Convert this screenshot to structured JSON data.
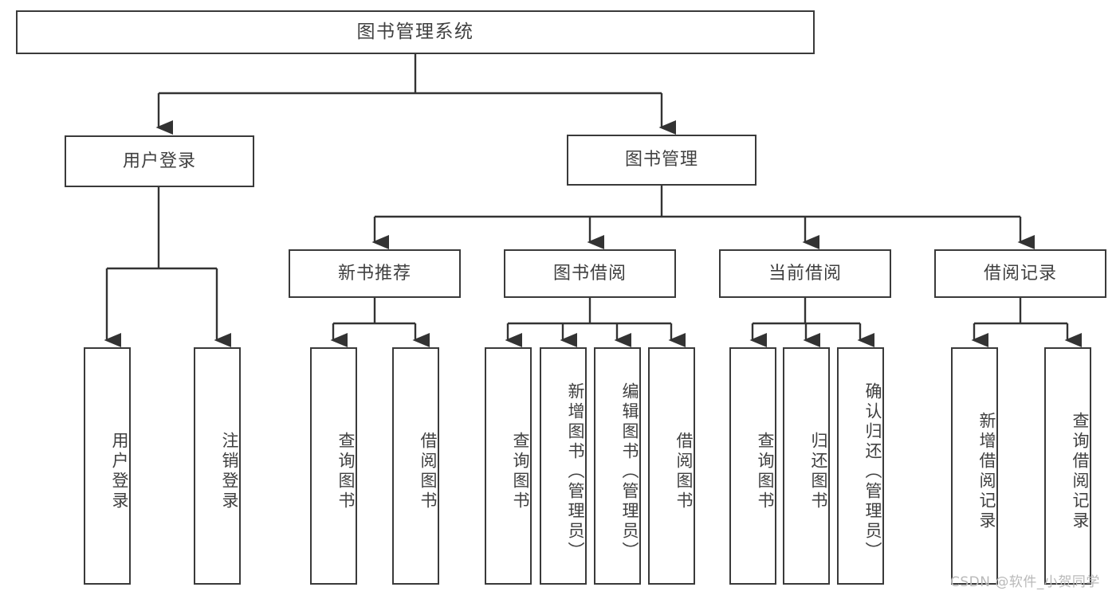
{
  "diagram": {
    "title": "图书管理系统",
    "type": "tree-hierarchy-diagram",
    "colors": {
      "box_border": "#3a3a3a",
      "box_fill": "#ffffff",
      "connector": "#333333",
      "text": "#404040",
      "watermark": "#b9b9b9",
      "background": "#ffffff"
    },
    "root": {
      "label": "图书管理系统"
    },
    "level1": [
      {
        "label": "用户登录"
      },
      {
        "label": "图书管理"
      }
    ],
    "level2": [
      {
        "label": "新书推荐"
      },
      {
        "label": "图书借阅"
      },
      {
        "label": "当前借阅"
      },
      {
        "label": "借阅记录"
      }
    ],
    "leaves": {
      "user_login": [
        {
          "label": "用户登录"
        },
        {
          "label": "注销登录"
        }
      ],
      "new_book_recommend": [
        {
          "label": "查询图书"
        },
        {
          "label": "借阅图书"
        }
      ],
      "book_borrow": [
        {
          "label": "查询图书"
        },
        {
          "label": "新增图书（管理员）"
        },
        {
          "label": "编辑图书（管理员）"
        },
        {
          "label": "借阅图书"
        }
      ],
      "current_borrow": [
        {
          "label": "查询图书"
        },
        {
          "label": "归还图书"
        },
        {
          "label": "确认归还（管理员）"
        }
      ],
      "borrow_record": [
        {
          "label": "新增借阅记录"
        },
        {
          "label": "查询借阅记录"
        }
      ]
    },
    "watermark": "CSDN @软件_小贺同学"
  }
}
